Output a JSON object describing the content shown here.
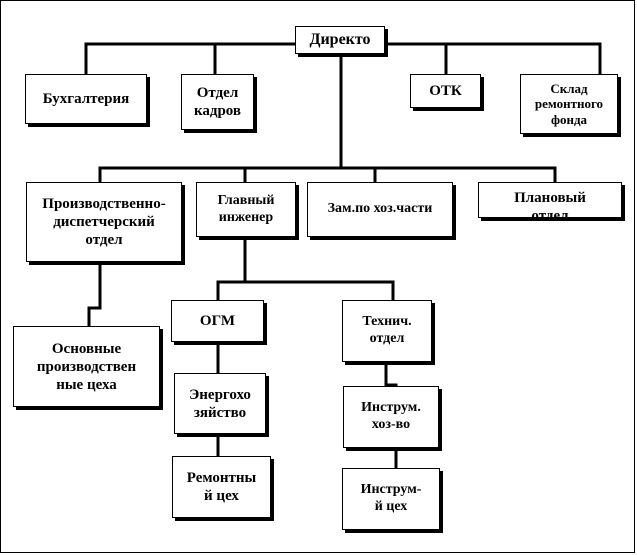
{
  "org": {
    "director": "Директо",
    "accounting": "Бухгалтерия",
    "hr": "Отдел\nкадров",
    "otk": "ОТК",
    "warehouse": "Склад\nремонтного\nфонда",
    "production_dispatch": "Производственно-\nдиспетчерский\nотдел",
    "chief_engineer": "Главный\nинженер",
    "deputy_admin": "Зам.по хоз.части",
    "planning": "Плановый\nотдел",
    "main_shops": "Основные\nпроизводствен\nные цеха",
    "ogm": "ОГМ",
    "tech_dept": "Технич.\nотдел",
    "energy": "Энергохо\nзяйство",
    "repair_shop": "Ремонтны\nй цех",
    "tool_economy": "Инструм.\nхоз-во",
    "tool_shop": "Инструм-\nй цех"
  },
  "colors": {
    "line": "#000000",
    "box_fill": "#ffffff",
    "background": "#ffffff"
  }
}
